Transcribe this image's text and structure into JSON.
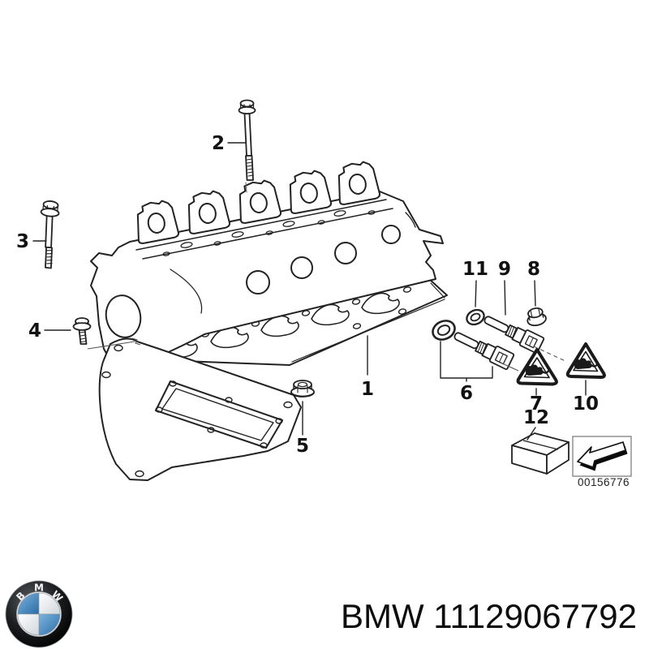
{
  "colors": {
    "line": "#222222",
    "background": "#ffffff",
    "bmw_blue": "#2a6da8",
    "label": "#111111"
  },
  "diagram": {
    "callouts": {
      "c1": "1",
      "c2": "2",
      "c3": "3",
      "c4": "4",
      "c5": "5",
      "c6": "6",
      "c7": "7",
      "c8": "8",
      "c9": "9",
      "c10": "10",
      "c11": "11",
      "c12": "12"
    },
    "image_code": "00156776"
  },
  "footer": {
    "caption": "BMW 11129067792",
    "logo_letters": {
      "b": "B",
      "m": "M",
      "w": "W"
    }
  }
}
